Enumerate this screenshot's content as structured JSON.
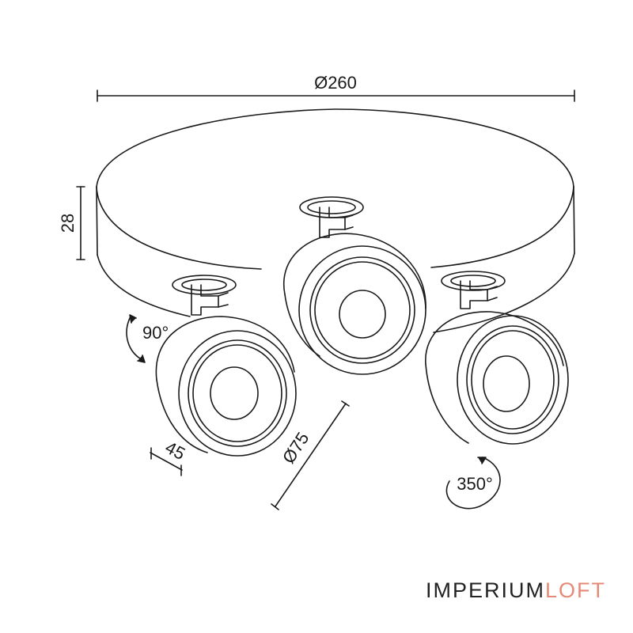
{
  "dimensions": {
    "diameter_base": "Ø260",
    "height_base": "28",
    "rotation_tilt": "90°",
    "depth_head": "45",
    "diameter_head": "Ø75",
    "rotation_spin": "350°"
  },
  "brand": {
    "part1": "IMPERIUM",
    "part2": "LOFT",
    "color1": "#222222",
    "color2": "#e58a76"
  },
  "colors": {
    "line": "#1a1a1a",
    "background": "#ffffff"
  }
}
